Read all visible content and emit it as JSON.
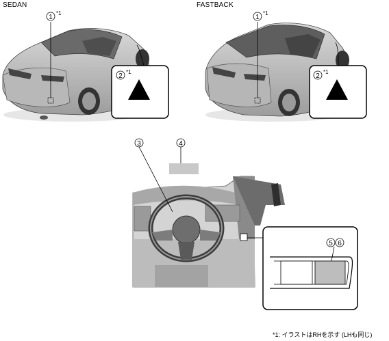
{
  "sections": [
    {
      "label": "SEDAN"
    },
    {
      "label": "FASTBACK"
    }
  ],
  "callouts": {
    "c1": "1",
    "c2": "2",
    "c3": "3",
    "c4": "4",
    "c5": "5",
    "c6": "6",
    "ref_mark": "*1"
  },
  "footnote": "*1: イラストはRHを示す (LHも同じ)",
  "colors": {
    "car_body": "#c9c9c9",
    "car_shadow": "#8a8a8a",
    "window": "#5c5c5c",
    "triangle": "#000000",
    "switch_fill": "#bdbdbd"
  }
}
